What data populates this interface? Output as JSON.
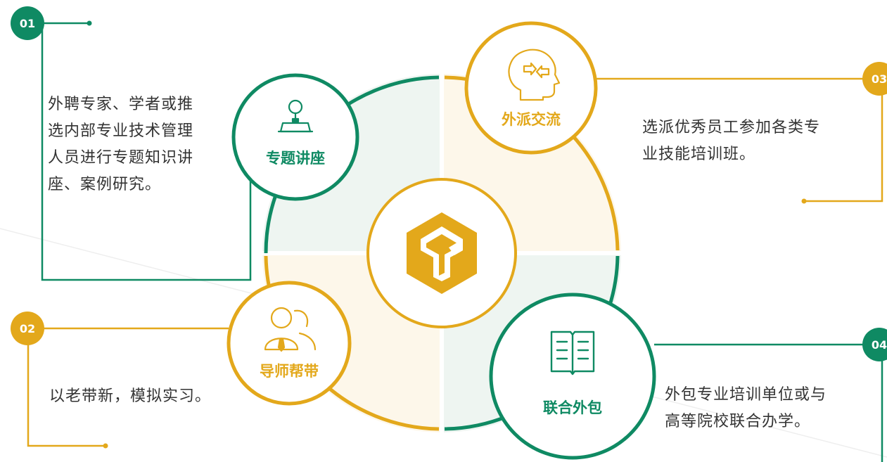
{
  "colors": {
    "green": "#0f8a63",
    "gold": "#e3a81b",
    "green_fill": "#eef5f1",
    "gold_fill": "#fdf7ea"
  },
  "steps": [
    {
      "number": "01",
      "title": "专题讲座",
      "icon": "lecture-podium-icon",
      "description_lines": [
        "外聘专家、学者或推",
        "选内部专业技术管理",
        "人员进行专题知识讲",
        "座、案例研究。"
      ]
    },
    {
      "number": "02",
      "title": "导师帮带",
      "icon": "mentor-people-icon",
      "description_lines": [
        "以老带新，模拟实习。"
      ]
    },
    {
      "number": "03",
      "title": "外派交流",
      "icon": "head-exchange-icon",
      "description_lines": [
        "选派优秀员工参加各类专",
        "业技能培训班。"
      ]
    },
    {
      "number": "04",
      "title": "联合外包",
      "icon": "open-book-icon",
      "description_lines": [
        "外包专业培训单位或与",
        "高等院校联合办学。"
      ]
    }
  ],
  "center": {
    "icon": "company-logo-icon"
  }
}
